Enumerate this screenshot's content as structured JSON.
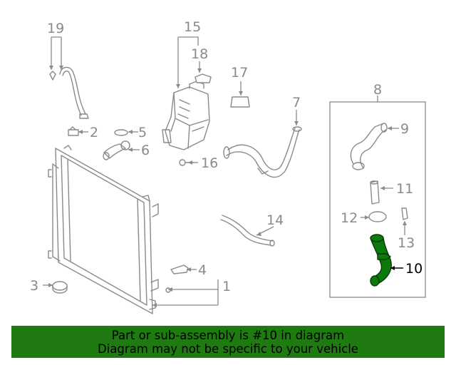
{
  "diagram": {
    "callouts": [
      "1",
      "2",
      "3",
      "4",
      "5",
      "6",
      "7",
      "8",
      "9",
      "10",
      "11",
      "12",
      "13",
      "14",
      "15",
      "16",
      "17",
      "18",
      "19"
    ],
    "highlight_callout": "10",
    "highlight_color": "#0b7a0b"
  },
  "banner": {
    "line1": "Part or sub-assembly is #10 in diagram",
    "line2": "Diagram may not be specific to your vehicle",
    "background": "#1f7a12"
  }
}
